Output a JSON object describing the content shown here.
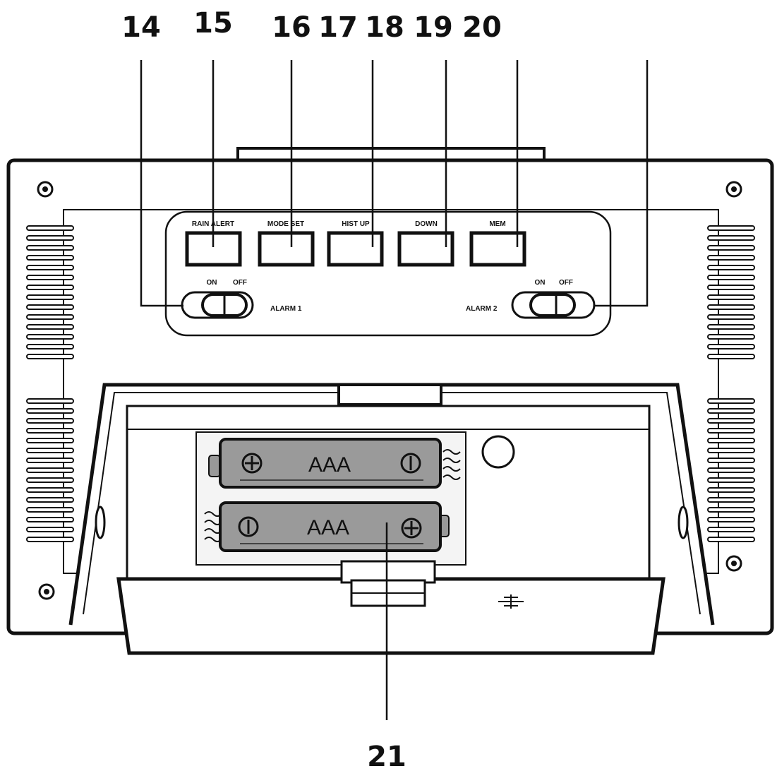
{
  "callouts": {
    "c14": "14",
    "c15": "15",
    "c16": "16",
    "c17": "17",
    "c18": "18",
    "c19": "19",
    "c20": "20",
    "c21": "21"
  },
  "buttons": {
    "b1": "RAIN ALERT",
    "b2": "MODE SET",
    "b3": "HIST UP",
    "b4": "DOWN",
    "b5": "MEM"
  },
  "switches": {
    "alarm1": "ALARM 1",
    "alarm2": "ALARM 2",
    "on": "ON",
    "off": "OFF"
  },
  "batteries": {
    "top": "AAA",
    "bottom": "AAA"
  }
}
